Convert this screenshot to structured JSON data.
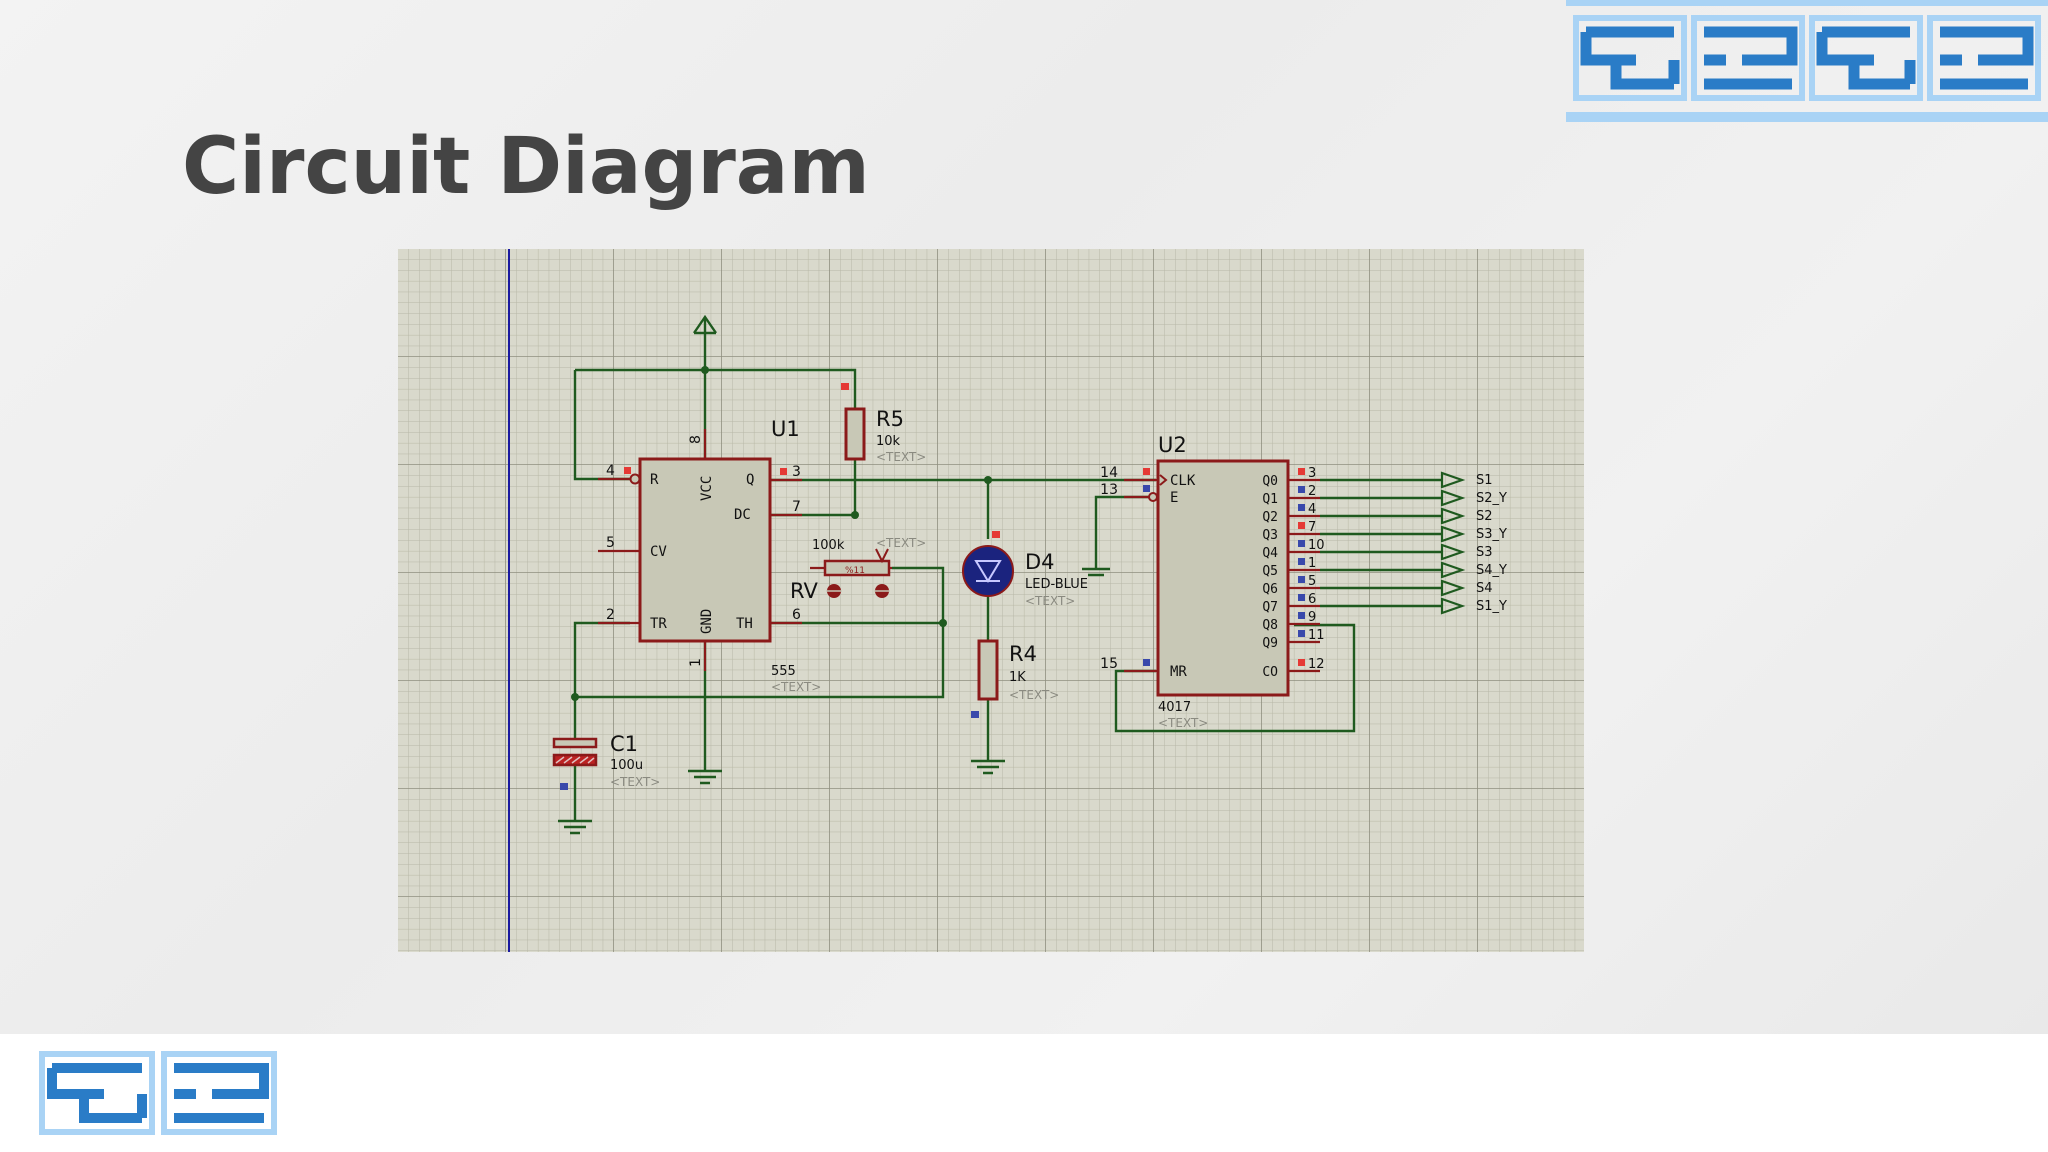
{
  "slide": {
    "title": "Circuit Diagram"
  },
  "colors": {
    "wire": "#1f5a1f",
    "component": "#8b1a1a",
    "grid_bg": "#d9d9cc",
    "chip_fill": "#c8c8b6",
    "pin_red": "#e53935",
    "pin_blue": "#3949ab",
    "logo_blue": "#2a7cc7",
    "logo_light": "#a9d3f5",
    "title_text": "#444444"
  },
  "schematic": {
    "u1": {
      "ref": "U1",
      "value": "555",
      "text": "<TEXT>",
      "pins": {
        "r": "R",
        "vcc": "VCC",
        "q": "Q",
        "dc": "DC",
        "cv": "CV",
        "tr": "TR",
        "gnd": "GND",
        "th": "TH"
      },
      "pin_numbers": {
        "p4": "4",
        "p8": "8",
        "p3": "3",
        "p7": "7",
        "p5": "5",
        "p2": "2",
        "p6": "6",
        "p1": "1"
      }
    },
    "r5": {
      "ref": "R5",
      "value": "10k",
      "text": "<TEXT>"
    },
    "rv": {
      "ref": "RV",
      "value": "100k",
      "text": "<TEXT>",
      "dial": "%11"
    },
    "c1": {
      "ref": "C1",
      "value": "100u",
      "text": "<TEXT>"
    },
    "d4": {
      "ref": "D4",
      "value": "LED-BLUE",
      "text": "<TEXT>"
    },
    "r4": {
      "ref": "R4",
      "value": "1K",
      "text": "<TEXT>"
    },
    "u2": {
      "ref": "U2",
      "value": "4017",
      "text": "<TEXT>",
      "left_pins": [
        {
          "num": "14",
          "name": "CLK"
        },
        {
          "num": "13",
          "name": "E"
        },
        {
          "num": "15",
          "name": "MR"
        }
      ],
      "outputs": [
        {
          "name": "Q0",
          "num": "3"
        },
        {
          "name": "Q1",
          "num": "2"
        },
        {
          "name": "Q2",
          "num": "4"
        },
        {
          "name": "Q3",
          "num": "7"
        },
        {
          "name": "Q4",
          "num": "10"
        },
        {
          "name": "Q5",
          "num": "1"
        },
        {
          "name": "Q6",
          "num": "5"
        },
        {
          "name": "Q7",
          "num": "6"
        },
        {
          "name": "Q8",
          "num": "9"
        },
        {
          "name": "Q9",
          "num": "11"
        },
        {
          "name": "CO",
          "num": "12"
        }
      ]
    },
    "terminals": [
      "S1",
      "S2_Y",
      "S2",
      "S3_Y",
      "S3",
      "S4_Y",
      "S4",
      "S1_Y"
    ]
  }
}
